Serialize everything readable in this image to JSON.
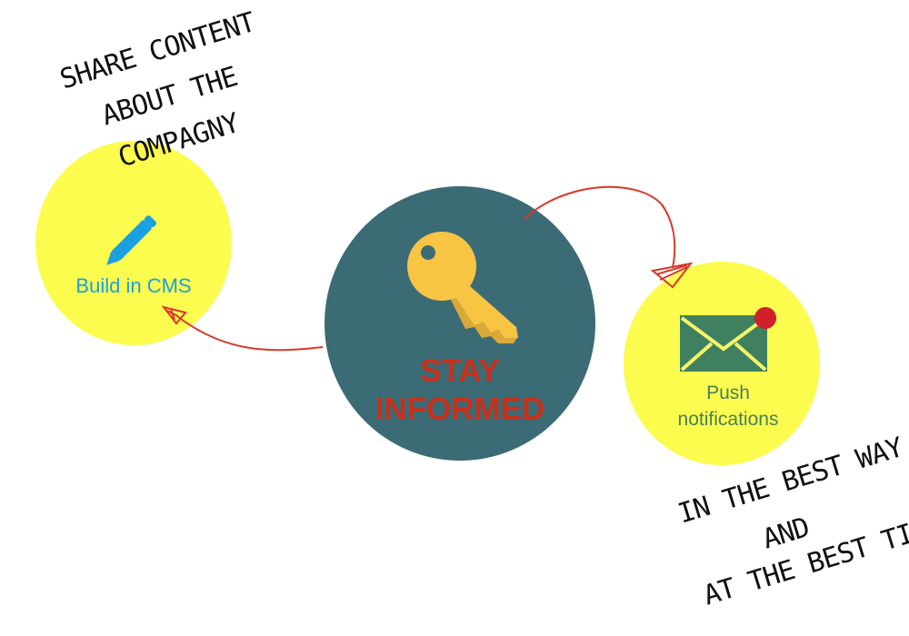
{
  "left_node": {
    "label": "Build in CMS",
    "icon": "pencil-icon",
    "note_lines": [
      "SHARE CONTENT",
      "ABOUT THE",
      "COMPAGNY"
    ]
  },
  "center_node": {
    "label_lines": [
      "STAY",
      "INFORMED"
    ],
    "icon": "key-icon"
  },
  "right_node": {
    "label_lines": [
      "Push",
      "notifications"
    ],
    "icon": "envelope-icon",
    "note_lines": [
      "IN THE BEST WAY",
      "AND",
      "AT THE BEST TIME"
    ]
  },
  "colors": {
    "yellow": "#fcfc4e",
    "teal": "#3b6b75",
    "red": "#c8301c",
    "blue": "#1a9fe0",
    "green": "#3f8060",
    "key": "#f8c444"
  }
}
